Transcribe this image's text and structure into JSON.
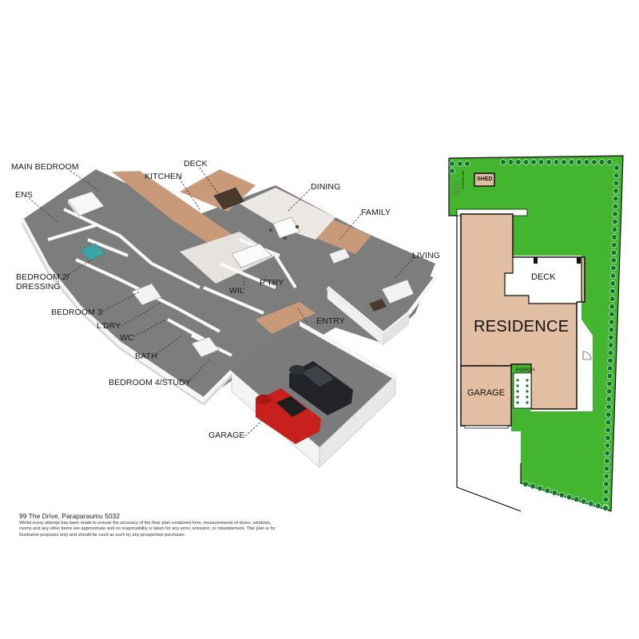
{
  "rooms": {
    "main_bedroom": "MAIN BEDROOM",
    "ens": "ENS",
    "kitchen": "KITCHEN",
    "deck": "DECK",
    "dining": "DINING",
    "family": "FAMILY",
    "living": "LIVING",
    "bedroom2_line1": "BEDROOM 2/",
    "bedroom2_line2": "DRESSING",
    "wil": "WIL",
    "pantry": "P'TRY",
    "bedroom3": "BEDROOM 3",
    "laundry": "L'DRY",
    "wc": "WC",
    "entry": "ENTRY",
    "bath": "BATH",
    "bedroom4": "BEDROOM 4/STUDY",
    "garage": "GARAGE"
  },
  "site_plan": {
    "shed": "SHED",
    "clothes_line": "CLOTHES LINE",
    "deck": "DECK",
    "residence": "RESIDENCE",
    "porch": "PORCH",
    "garage": "GARAGE",
    "colors": {
      "lawn": "#44b52e",
      "building": "#e2bea3",
      "outline": "#111111"
    }
  },
  "footer": {
    "address": "99 The Drive, Paraparaumu 5032",
    "disclaimer": "Whilst every attempt has been made to ensure the accuracy of the floor plan contained here, measurements of doors, windows, rooms and any other items are approximate and no responsibility is taken for any error, omission, or misstatement. This plan is for illustrative purposes only and should be used as such by any prospective purchaser."
  },
  "colors": {
    "floor_grey": "#7d7d7d",
    "timber": "#c89a7a",
    "wall": "#f2f2f2",
    "car_red": "#c8201c",
    "car_black": "#222428"
  }
}
